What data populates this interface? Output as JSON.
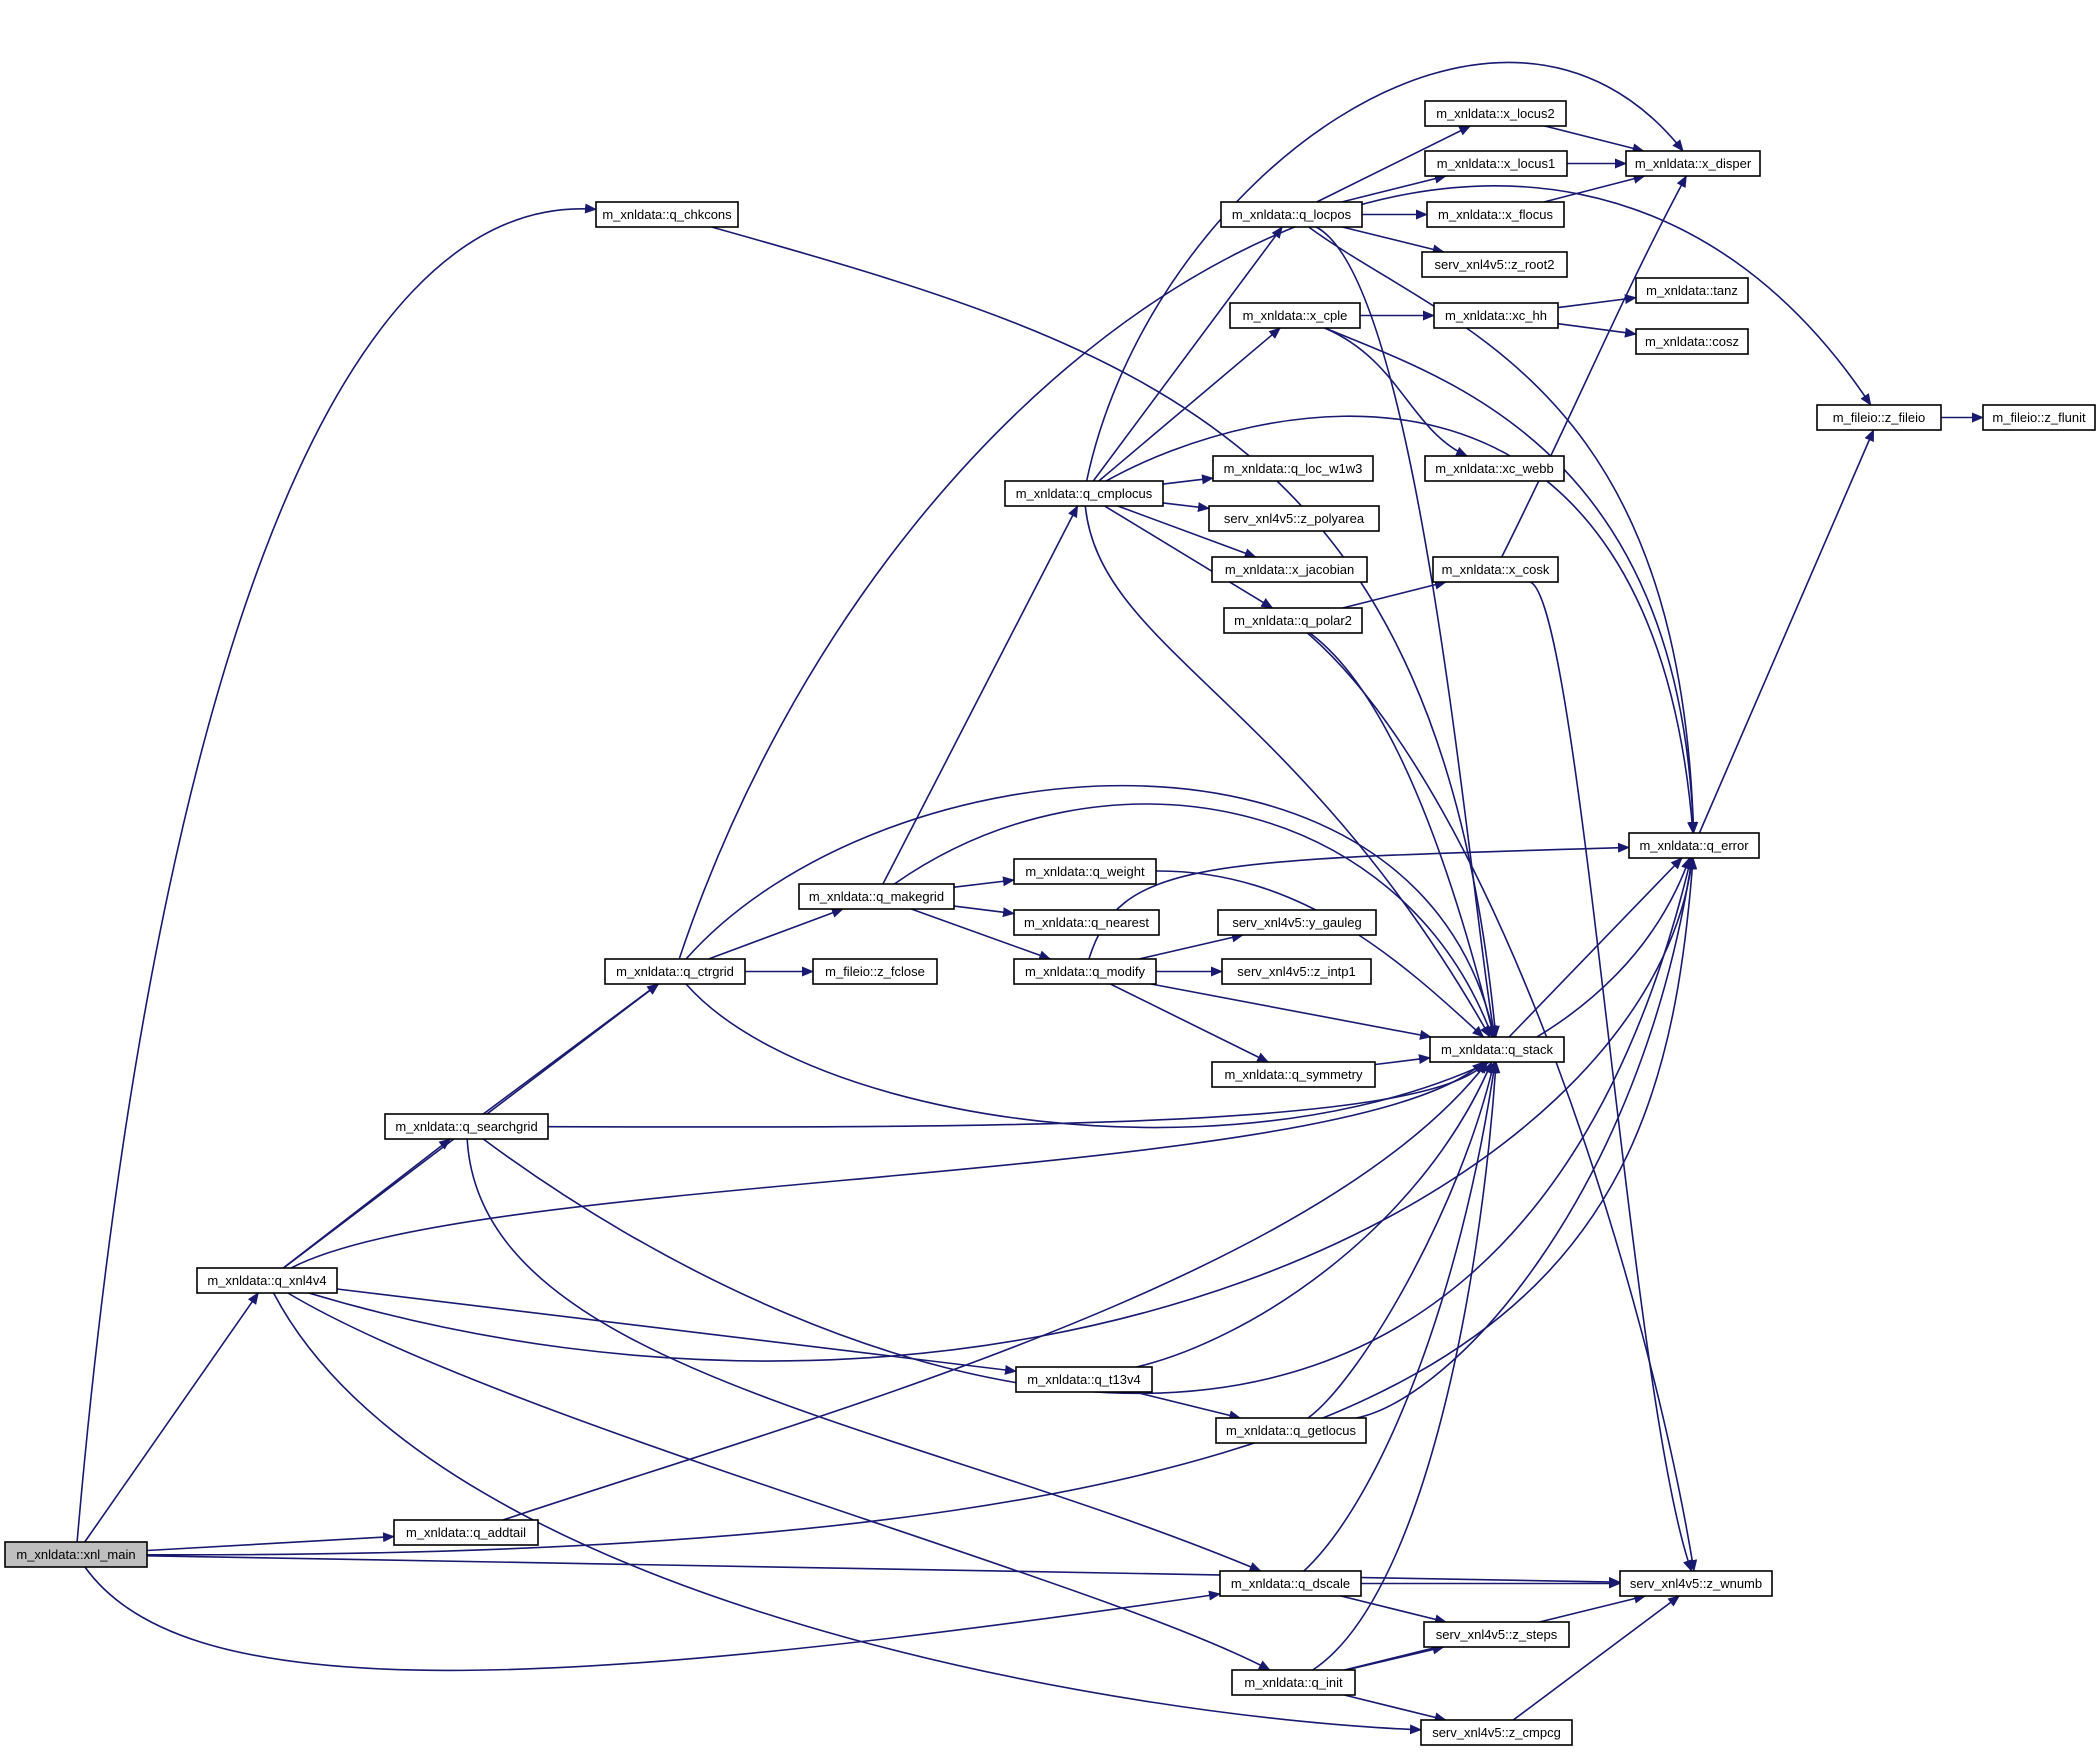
{
  "colors": {
    "edge": "#191970",
    "node_border": "#000000",
    "node_fill": "#ffffff",
    "root_fill": "#bfbfbf",
    "background": "#ffffff"
  },
  "root": "xnl_main",
  "nodes": [
    {
      "id": "xnl_main",
      "label": "m_xnldata::xnl_main"
    },
    {
      "id": "q_xnl4v4",
      "label": "m_xnldata::q_xnl4v4"
    },
    {
      "id": "q_chkcons",
      "label": "m_xnldata::q_chkcons"
    },
    {
      "id": "q_addtail",
      "label": "m_xnldata::q_addtail"
    },
    {
      "id": "q_ctrgrid",
      "label": "m_xnldata::q_ctrgrid"
    },
    {
      "id": "q_searchgrid",
      "label": "m_xnldata::q_searchgrid"
    },
    {
      "id": "q_makegrid",
      "label": "m_xnldata::q_makegrid"
    },
    {
      "id": "z_fclose",
      "label": "m_fileio::z_fclose"
    },
    {
      "id": "q_cmplocus",
      "label": "m_xnldata::q_cmplocus"
    },
    {
      "id": "q_weight",
      "label": "m_xnldata::q_weight"
    },
    {
      "id": "q_nearest",
      "label": "m_xnldata::q_nearest"
    },
    {
      "id": "q_modify",
      "label": "m_xnldata::q_modify"
    },
    {
      "id": "q_t13v4",
      "label": "m_xnldata::q_t13v4"
    },
    {
      "id": "q_dscale",
      "label": "m_xnldata::q_dscale"
    },
    {
      "id": "q_init",
      "label": "m_xnldata::q_init"
    },
    {
      "id": "q_locpos",
      "label": "m_xnldata::q_locpos"
    },
    {
      "id": "x_cple",
      "label": "m_xnldata::x_cple"
    },
    {
      "id": "q_loc_w1w3",
      "label": "m_xnldata::q_loc_w1w3"
    },
    {
      "id": "z_polyarea",
      "label": "serv_xnl4v5::z_polyarea"
    },
    {
      "id": "x_jacobian",
      "label": "m_xnldata::x_jacobian"
    },
    {
      "id": "q_polar2",
      "label": "m_xnldata::q_polar2"
    },
    {
      "id": "y_gauleg",
      "label": "serv_xnl4v5::y_gauleg"
    },
    {
      "id": "z_intp1",
      "label": "serv_xnl4v5::z_intp1"
    },
    {
      "id": "q_symmetry",
      "label": "m_xnldata::q_symmetry"
    },
    {
      "id": "q_getlocus",
      "label": "m_xnldata::q_getlocus"
    },
    {
      "id": "x_locus2",
      "label": "m_xnldata::x_locus2"
    },
    {
      "id": "x_locus1",
      "label": "m_xnldata::x_locus1"
    },
    {
      "id": "x_flocus",
      "label": "m_xnldata::x_flocus"
    },
    {
      "id": "z_root2",
      "label": "serv_xnl4v5::z_root2"
    },
    {
      "id": "xc_hh",
      "label": "m_xnldata::xc_hh"
    },
    {
      "id": "xc_webb",
      "label": "m_xnldata::xc_webb"
    },
    {
      "id": "x_cosk",
      "label": "m_xnldata::x_cosk"
    },
    {
      "id": "q_stack",
      "label": "m_xnldata::q_stack"
    },
    {
      "id": "z_steps",
      "label": "serv_xnl4v5::z_steps"
    },
    {
      "id": "z_cmpcg",
      "label": "serv_xnl4v5::z_cmpcg"
    },
    {
      "id": "x_disper",
      "label": "m_xnldata::x_disper"
    },
    {
      "id": "tanz",
      "label": "m_xnldata::tanz"
    },
    {
      "id": "cosz",
      "label": "m_xnldata::cosz"
    },
    {
      "id": "q_error",
      "label": "m_xnldata::q_error"
    },
    {
      "id": "z_wnumb",
      "label": "serv_xnl4v5::z_wnumb"
    },
    {
      "id": "z_fileio",
      "label": "m_fileio::z_fileio"
    },
    {
      "id": "z_flunit",
      "label": "m_fileio::z_flunit"
    }
  ],
  "edges": [
    [
      "xnl_main",
      "q_chkcons"
    ],
    [
      "xnl_main",
      "q_xnl4v4"
    ],
    [
      "xnl_main",
      "q_addtail"
    ],
    [
      "xnl_main",
      "q_dscale"
    ],
    [
      "xnl_main",
      "q_error"
    ],
    [
      "xnl_main",
      "z_wnumb"
    ],
    [
      "q_xnl4v4",
      "q_ctrgrid"
    ],
    [
      "q_xnl4v4",
      "q_searchgrid"
    ],
    [
      "q_xnl4v4",
      "q_t13v4"
    ],
    [
      "q_xnl4v4",
      "q_init"
    ],
    [
      "q_xnl4v4",
      "z_cmpcg"
    ],
    [
      "q_xnl4v4",
      "q_stack"
    ],
    [
      "q_xnl4v4",
      "q_error"
    ],
    [
      "q_chkcons",
      "q_stack"
    ],
    [
      "q_addtail",
      "q_stack"
    ],
    [
      "q_ctrgrid",
      "q_makegrid"
    ],
    [
      "q_ctrgrid",
      "z_fclose"
    ],
    [
      "q_ctrgrid",
      "z_fileio"
    ],
    [
      "q_ctrgrid",
      "q_stack"
    ],
    [
      "q_ctrgrid",
      "q_error"
    ],
    [
      "q_searchgrid",
      "q_ctrgrid"
    ],
    [
      "q_searchgrid",
      "q_stack"
    ],
    [
      "q_searchgrid",
      "q_dscale"
    ],
    [
      "q_searchgrid",
      "q_error"
    ],
    [
      "q_makegrid",
      "q_cmplocus"
    ],
    [
      "q_makegrid",
      "q_weight"
    ],
    [
      "q_makegrid",
      "q_nearest"
    ],
    [
      "q_makegrid",
      "q_modify"
    ],
    [
      "q_makegrid",
      "q_stack"
    ],
    [
      "q_cmplocus",
      "q_locpos"
    ],
    [
      "q_cmplocus",
      "x_cple"
    ],
    [
      "q_cmplocus",
      "q_loc_w1w3"
    ],
    [
      "q_cmplocus",
      "z_polyarea"
    ],
    [
      "q_cmplocus",
      "x_jacobian"
    ],
    [
      "q_cmplocus",
      "q_polar2"
    ],
    [
      "q_cmplocus",
      "x_disper"
    ],
    [
      "q_cmplocus",
      "q_stack"
    ],
    [
      "q_cmplocus",
      "q_error"
    ],
    [
      "q_weight",
      "q_stack"
    ],
    [
      "q_modify",
      "y_gauleg"
    ],
    [
      "q_modify",
      "z_intp1"
    ],
    [
      "q_modify",
      "q_symmetry"
    ],
    [
      "q_modify",
      "q_stack"
    ],
    [
      "q_modify",
      "q_error"
    ],
    [
      "q_symmetry",
      "q_stack"
    ],
    [
      "q_t13v4",
      "q_getlocus"
    ],
    [
      "q_t13v4",
      "q_stack"
    ],
    [
      "q_getlocus",
      "q_stack"
    ],
    [
      "q_getlocus",
      "q_error"
    ],
    [
      "q_dscale",
      "z_wnumb"
    ],
    [
      "q_dscale",
      "z_steps"
    ],
    [
      "q_dscale",
      "q_stack"
    ],
    [
      "q_init",
      "z_steps"
    ],
    [
      "q_init",
      "z_wnumb"
    ],
    [
      "q_init",
      "z_cmpcg"
    ],
    [
      "q_init",
      "q_stack"
    ],
    [
      "z_cmpcg",
      "z_wnumb"
    ],
    [
      "q_locpos",
      "x_locus2"
    ],
    [
      "q_locpos",
      "x_locus1"
    ],
    [
      "q_locpos",
      "x_flocus"
    ],
    [
      "q_locpos",
      "z_root2"
    ],
    [
      "q_locpos",
      "q_stack"
    ],
    [
      "q_locpos",
      "q_error"
    ],
    [
      "x_locus2",
      "x_disper"
    ],
    [
      "x_locus1",
      "x_disper"
    ],
    [
      "x_flocus",
      "x_disper"
    ],
    [
      "x_cple",
      "xc_hh"
    ],
    [
      "x_cple",
      "xc_webb"
    ],
    [
      "x_cple",
      "q_error"
    ],
    [
      "xc_hh",
      "tanz"
    ],
    [
      "xc_hh",
      "cosz"
    ],
    [
      "q_polar2",
      "x_cosk"
    ],
    [
      "q_polar2",
      "q_stack"
    ],
    [
      "q_polar2",
      "z_wnumb"
    ],
    [
      "x_cosk",
      "x_disper"
    ],
    [
      "x_cosk",
      "z_wnumb"
    ],
    [
      "q_stack",
      "q_error"
    ],
    [
      "q_error",
      "z_fileio"
    ],
    [
      "z_fileio",
      "z_flunit"
    ]
  ]
}
